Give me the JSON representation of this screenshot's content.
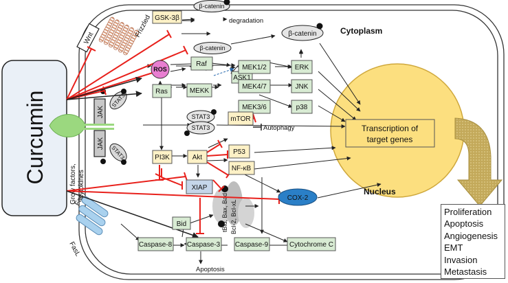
{
  "curcumin": "Curcumin",
  "labels": {
    "wnt": "Wnt",
    "frizzled": "Frizzled",
    "cytoplasm": "Cytoplasm",
    "nucleus": "Nucleus",
    "degradation": "degradation",
    "autophagy": "Autophagy",
    "apoptosis": "Apoptosis",
    "grow_factors_1": "Grow factors,",
    "grow_factors_2": "cytokines",
    "fas": "Fas",
    "fasl": "FasL",
    "jak": "JAK",
    "stat3": "STAT3",
    "tbid": "tBid, Bax, Bad",
    "bcl": "Bcl-2, Bcl-xL",
    "transcription_1": "Transcription of",
    "transcription_2": "target genes"
  },
  "nodes": {
    "gsk3b": "GSK-3β",
    "b_catenin": "β-catenin",
    "ros": "ROS",
    "raf": "Raf",
    "ras": "Ras",
    "ask1": "ASK1",
    "mekk": "MEKK",
    "mek12": "MEK1/2",
    "mek47": "MEK4/7",
    "mek36": "MEK3/6",
    "erk": "ERK",
    "jnk": "JNK",
    "p38": "p38",
    "stat3": "STAT3",
    "pi3k": "PI3K",
    "akt": "Akt",
    "mtor": "mTOR",
    "p53": "P53",
    "nfkb": "NF-κB",
    "xiap": "XIAP",
    "cox2": "COX-2",
    "bid": "Bid",
    "caspase8": "Caspase-8",
    "caspase3": "Caspase-3",
    "caspase9": "Caspase-9",
    "cytochrome_c": "Cytochrome C"
  },
  "outcomes": [
    "Proliferation",
    "Apoptosis",
    "Angiogenesis",
    "EMT",
    "Invasion",
    "Metastasis"
  ],
  "colors": {
    "green_node": "#d8ebd3",
    "yellow_node": "#fdf1c6",
    "nucleus": "#fcdf7f",
    "ros": "#e87ed1",
    "cox2": "#2a7fc7",
    "xiap": "#c5d6ea",
    "inhibit": "#e8201b",
    "arrow_gold": "#c3a95a"
  }
}
